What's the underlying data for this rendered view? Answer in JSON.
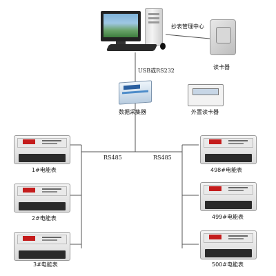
{
  "labels": {
    "center": "抄表管理中心",
    "card_reader": "读卡器",
    "usb": "USB或RS232",
    "collector": "数据采集器",
    "ext_reader": "外置读卡器",
    "rs485_left": "RS485",
    "rs485_right": "RS485"
  },
  "meters_left": [
    {
      "label": "1#电能表"
    },
    {
      "label": "2#电能表"
    },
    {
      "label": "3#电能表"
    }
  ],
  "meters_right": [
    {
      "label": "498#电能表"
    },
    {
      "label": "499#电能表"
    },
    {
      "label": "500#电能表"
    }
  ],
  "icons": {
    "computer": "computer-icon",
    "card_reader": "card-reader-icon",
    "collector": "data-collector-icon",
    "ext_reader": "external-card-reader-icon",
    "meter": "energy-meter-icon"
  },
  "colors": {
    "meter_display": "#c41c1c",
    "collector_stripe": "#4d8cc9",
    "wire": "#555555"
  }
}
